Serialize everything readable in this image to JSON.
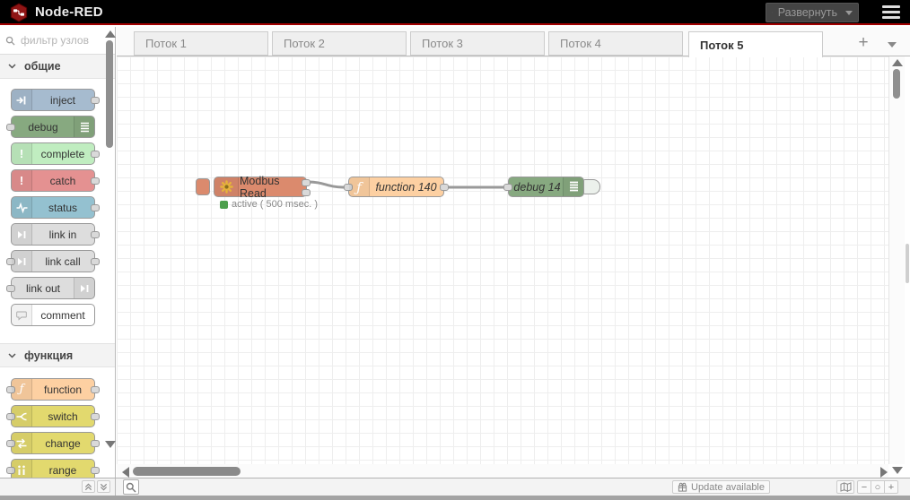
{
  "header": {
    "title": "Node-RED",
    "deploy_label": "Развернуть"
  },
  "palette": {
    "search_placeholder": "фильтр узлов",
    "categories": [
      {
        "label": "общие",
        "nodes": [
          {
            "label": "inject",
            "color": "#a6bbcf",
            "icon": "inject-icon",
            "ports": "out"
          },
          {
            "label": "debug",
            "color": "#87a980",
            "icon": "debug-icon",
            "ports": "in"
          },
          {
            "label": "complete",
            "color": "#c0edc0",
            "icon": "complete-icon",
            "ports": "out"
          },
          {
            "label": "catch",
            "color": "#e49191",
            "icon": "catch-icon",
            "ports": "out"
          },
          {
            "label": "status",
            "color": "#94c1d0",
            "icon": "status-icon",
            "ports": "out"
          },
          {
            "label": "link in",
            "color": "#dddddd",
            "icon": "link-icon",
            "ports": "out"
          },
          {
            "label": "link call",
            "color": "#dddddd",
            "icon": "link-icon",
            "ports": "both"
          },
          {
            "label": "link out",
            "color": "#dddddd",
            "icon": "link-icon",
            "ports": "in"
          },
          {
            "label": "comment",
            "color": "#ffffff",
            "icon": "comment-icon",
            "ports": "none"
          }
        ]
      },
      {
        "label": "функция",
        "nodes": [
          {
            "label": "function",
            "color": "#fdd0a2",
            "icon": "function-icon",
            "ports": "both"
          },
          {
            "label": "switch",
            "color": "#e2d96e",
            "icon": "switch-icon",
            "ports": "both"
          },
          {
            "label": "change",
            "color": "#e2d96e",
            "icon": "change-icon",
            "ports": "both"
          },
          {
            "label": "range",
            "color": "#e2d96e",
            "icon": "range-icon",
            "ports": "both"
          }
        ]
      }
    ]
  },
  "tabs": {
    "items": [
      {
        "label": "Поток 1",
        "active": false
      },
      {
        "label": "Поток 2",
        "active": false
      },
      {
        "label": "Поток 3",
        "active": false
      },
      {
        "label": "Поток 4",
        "active": false
      },
      {
        "label": "Поток 5",
        "active": true
      }
    ],
    "add_label": "+"
  },
  "canvas": {
    "nodes": [
      {
        "label": "Modbus Read",
        "type": "modbus-read",
        "color": "#db8a6d",
        "status_text": "active ( 500 msec. )",
        "status_color": "#4c9f4c",
        "outputs": 2
      },
      {
        "label": "function 140",
        "type": "function",
        "color": "#fdd0a2",
        "outputs": 1
      },
      {
        "label": "debug 14",
        "type": "debug",
        "color": "#87a980",
        "outputs": 0
      }
    ],
    "wire_color": "#999999"
  },
  "footer": {
    "update_label": "Update available",
    "zoom_out_label": "−",
    "zoom_reset_label": "○",
    "zoom_in_label": "+"
  },
  "colors": {
    "header_bg": "#000000",
    "header_accent": "#a00000",
    "deploy_bg": "#444444",
    "node_border": "#999999",
    "port_fill": "#d9d9d9",
    "grid_line": "#eeeeee",
    "status_green": "#4c9f4c"
  }
}
